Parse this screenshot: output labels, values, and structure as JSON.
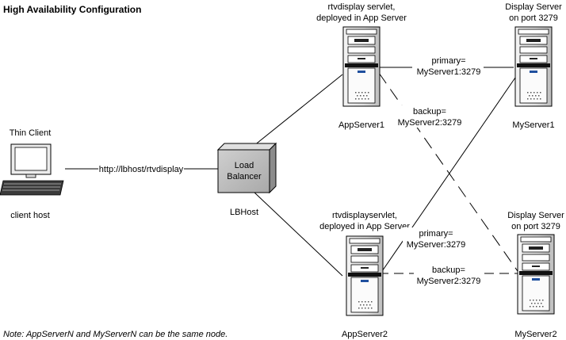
{
  "title": "High Availability Configuration",
  "note": "Note: AppServerN and MyServerN can be the same node.",
  "thin_client": {
    "label": "Thin Client",
    "host_label": "client host",
    "icon": "desktop-computer-icon"
  },
  "load_balancer": {
    "label_line1": "Load",
    "label_line2": "Balancer",
    "host_label": "LBHost",
    "icon": "load-balancer-box"
  },
  "client_link": "http://lbhost/rtvdisplay",
  "app_server_1": {
    "caption_line1": "rtvdisplay servlet,",
    "caption_line2": "deployed in App Server",
    "name": "AppServer1",
    "icon": "tower-server-icon"
  },
  "app_server_2": {
    "caption_line1": "rtvdisplayservlet,",
    "caption_line2": "deployed in App Server",
    "name": "AppServer2",
    "icon": "tower-server-icon"
  },
  "my_server_1": {
    "caption_line1": "Display Server",
    "caption_line2": "on port 3279",
    "name": "MyServer1",
    "icon": "tower-server-icon"
  },
  "my_server_2": {
    "caption_line1": "Display Server",
    "caption_line2": "on port 3279",
    "name": "MyServer2",
    "icon": "tower-server-icon"
  },
  "links": {
    "as1_primary_line1": "primary=",
    "as1_primary_line2": "MyServer1:3279",
    "as1_backup_line1": "backup=",
    "as1_backup_line2": "MyServer2:3279",
    "as2_primary_line1": "primary=",
    "as2_primary_line2": "MyServer:3279",
    "as2_backup_line1": "backup=",
    "as2_backup_line2": "MyServer2:3279"
  }
}
